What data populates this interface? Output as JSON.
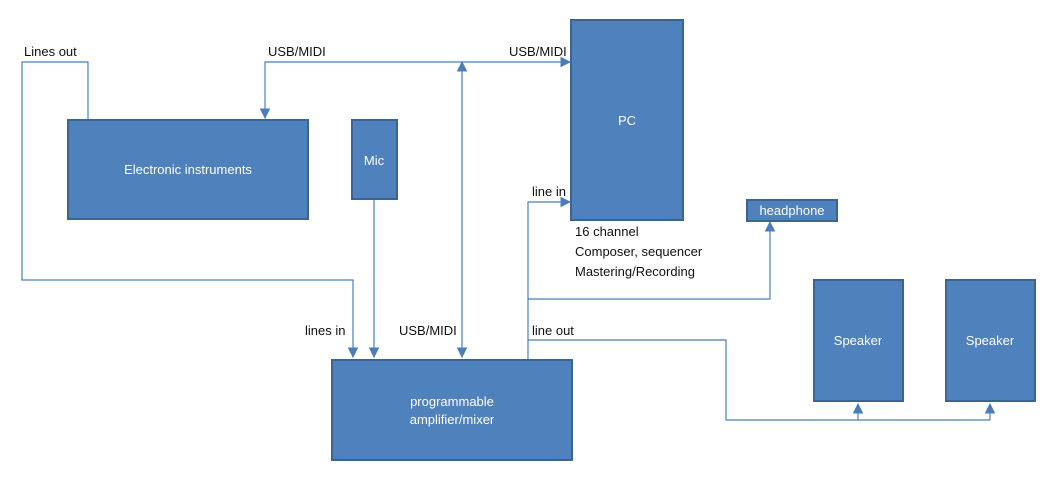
{
  "colors": {
    "box_fill": "#4f81bd",
    "box_border": "#3a6494",
    "connector": "#4a7ebb",
    "box_text": "#ffffff",
    "label_text": "#111111"
  },
  "nodes": {
    "electronic_instruments": "Electronic instruments",
    "mic": "Mic",
    "pc": "PC",
    "headphone": "headphone",
    "speaker_left": "Speaker",
    "speaker_right": "Speaker",
    "mixer_line1": "programmable",
    "mixer_line2": "amplifier/mixer"
  },
  "labels": {
    "lines_out": "Lines out",
    "usb_midi_instruments": "USB/MIDI",
    "usb_midi_pc": "USB/MIDI",
    "line_in": "line in",
    "lines_in": "lines in",
    "usb_midi_mixer": "USB/MIDI",
    "line_out": "line out",
    "pc_caption_1": "16 channel",
    "pc_caption_2": "Composer, sequencer",
    "pc_caption_3": "Mastering/Recording"
  }
}
